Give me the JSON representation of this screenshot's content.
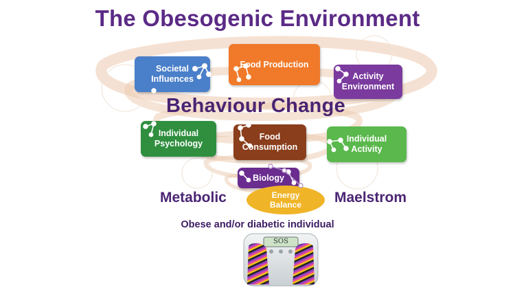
{
  "title": "The Obesogenic Environment",
  "colors": {
    "title": "#5b2a86",
    "blue": "#4a7fc9",
    "orange": "#f07a2a",
    "purple": "#7a3a9e",
    "green": "#2f8f3f",
    "light_green": "#5ab84c",
    "brown": "#8a3e1c",
    "violet": "#6a2c8e",
    "gold": "#f0b428",
    "swirl": "#e8c3a8"
  },
  "boxes": {
    "societal": "Societal\nInfluences",
    "food_production": "Food Production",
    "activity_environment": "Activity\nEnvironment",
    "individual_psychology": "Individual\nPsychology",
    "food_consumption": "Food\nConsumption",
    "individual_activity": "Individual\nActivity",
    "biology": "Biology"
  },
  "energy_balance": "Energy\nBalance",
  "behaviour_change": "Behaviour  Change",
  "metabolic": "Metabolic",
  "maelstrom": "Maelstrom",
  "caption": "Obese and/or diabetic individual",
  "scale_display": "SOS",
  "icons": [
    "network-node-icon",
    "bathroom-scale-icon",
    "striped-socks-icon"
  ]
}
